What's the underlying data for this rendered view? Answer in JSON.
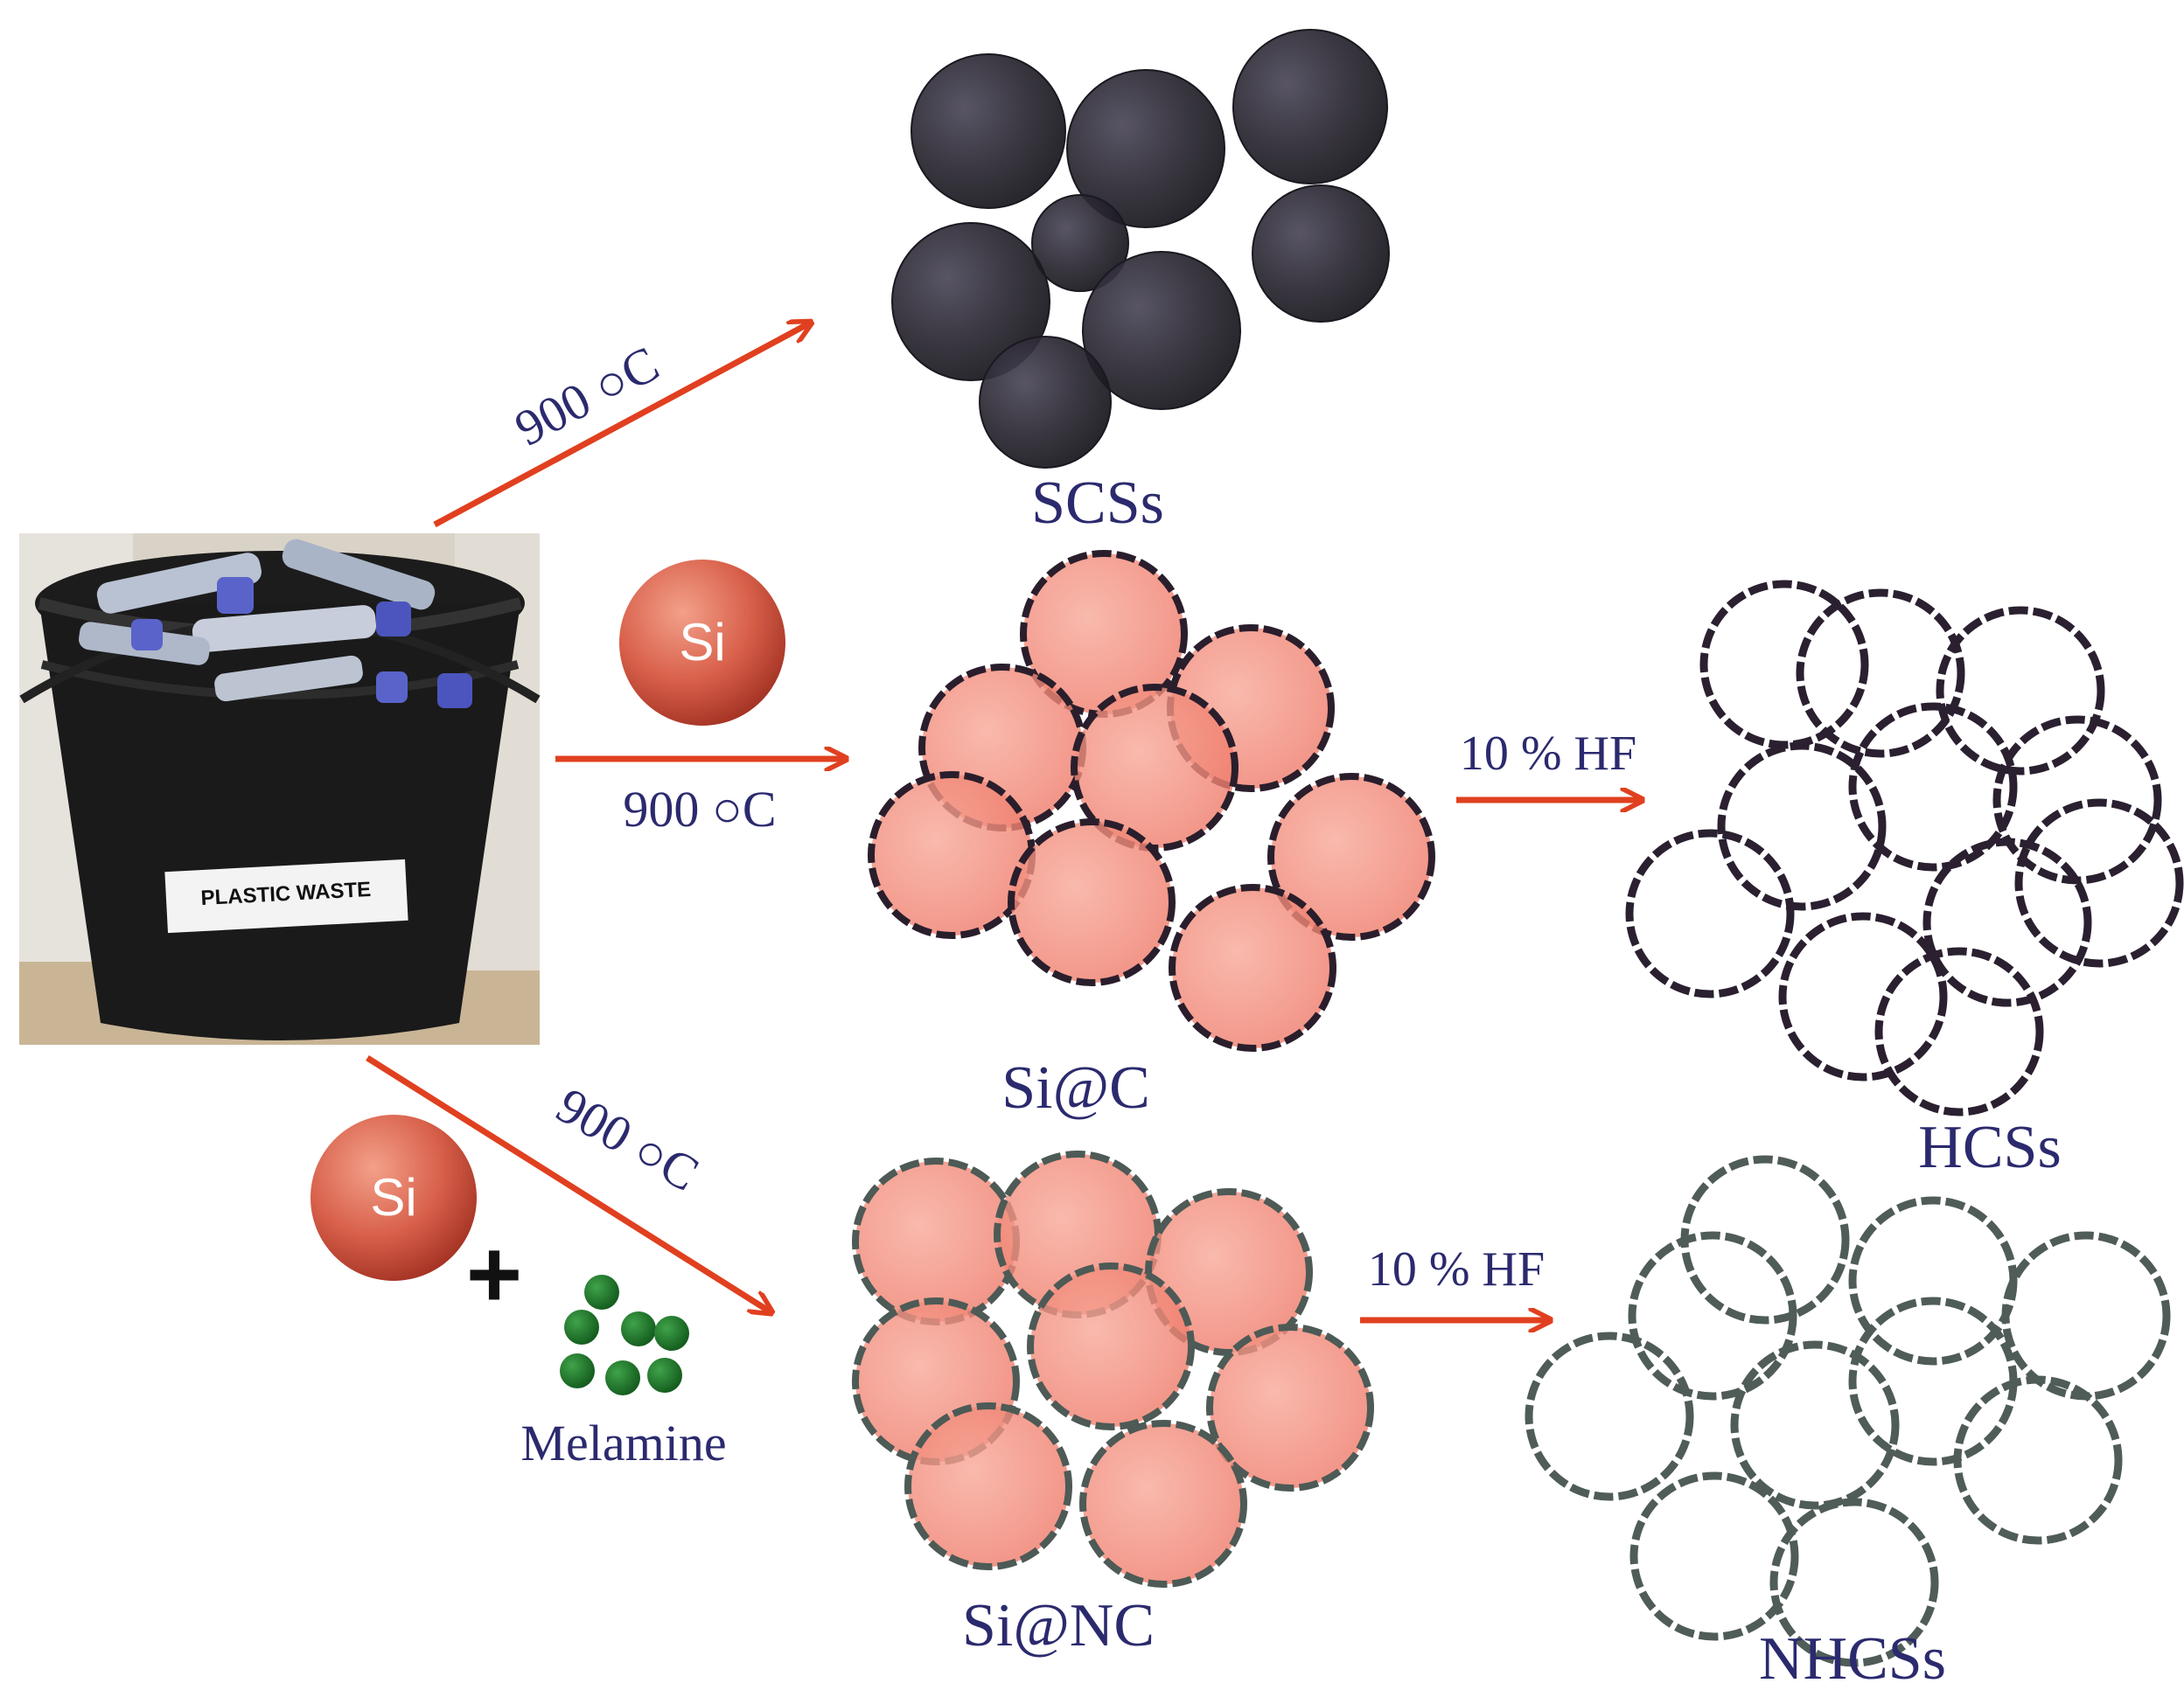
{
  "labels": {
    "temp_top": "900 ○C",
    "temp_mid": "900 ○C",
    "temp_bottom": "900 ○C",
    "scss": "SCSs",
    "sic": "Si@C",
    "hcss": "HCSs",
    "sinc": "Si@NC",
    "nhcss": "NHCSs",
    "hf_mid": "10 % HF",
    "hf_bottom": "10 % HF",
    "si_mid": "Si",
    "si_bottom": "Si",
    "plus": "+",
    "melamine": "Melamine",
    "bucket_label": "PLASTIC WASTE"
  },
  "colors": {
    "arrow": "#e0401f",
    "label": "#2b2a6e",
    "solid_sphere": "#26232f",
    "si_sphere": "#f28a7c",
    "hollow_ring": "#2a2030",
    "n_ring": "#4f5c58",
    "melamine": "#1f7a2a"
  }
}
